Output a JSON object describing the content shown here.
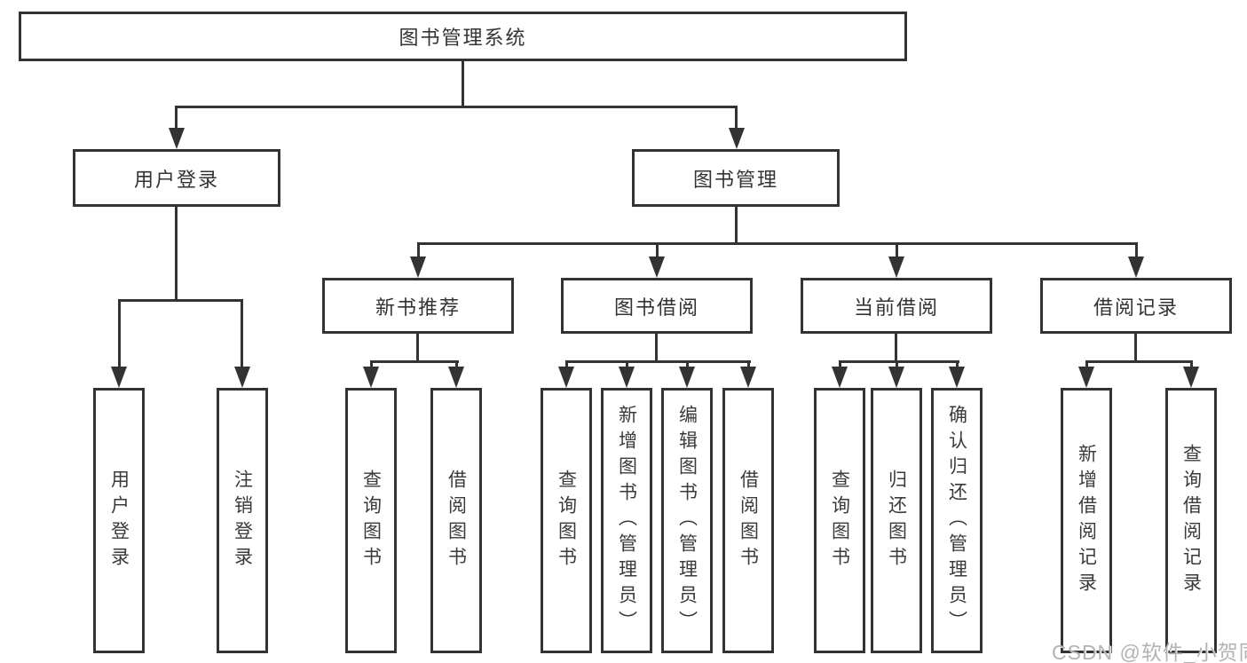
{
  "diagram": {
    "root": {
      "label": "图书管理系统"
    },
    "branches": [
      {
        "label": "用户登录",
        "leaves": [
          "用户登录",
          "注销登录"
        ]
      },
      {
        "label": "图书管理",
        "sections": [
          {
            "label": "新书推荐",
            "leaves": [
              "查询图书",
              "借阅图书"
            ]
          },
          {
            "label": "图书借阅",
            "leaves": [
              "查询图书",
              "新增图书（管理员）",
              "编辑图书（管理员）",
              "借阅图书"
            ]
          },
          {
            "label": "当前借阅",
            "leaves": [
              "查询图书",
              "归还图书",
              "确认归还（管理员）"
            ]
          },
          {
            "label": "借阅记录",
            "leaves": [
              "新增借阅记录",
              "查询借阅记录"
            ]
          }
        ]
      }
    ]
  },
  "watermark": {
    "text": "CSDN @软件_小贺同学"
  },
  "colors": {
    "line": "#333333",
    "text": "#333333",
    "background": "#ffffff",
    "watermark": "#b3b3b3"
  }
}
